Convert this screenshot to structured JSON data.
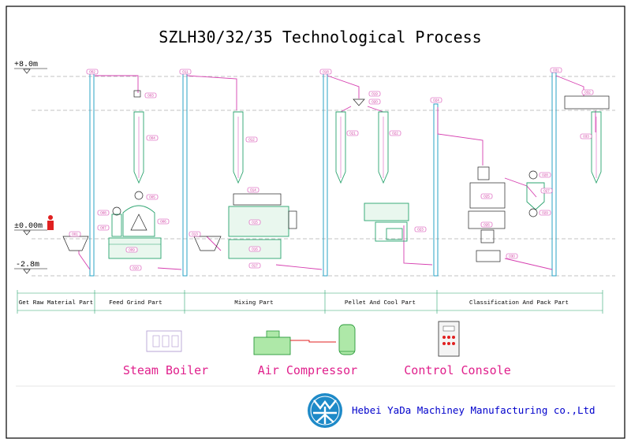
{
  "title": "SZLH30/32/35 Technological Process",
  "levels": [
    "+8.0m",
    "±0.00m",
    "-2.8m"
  ],
  "sections": [
    "Get Raw Material Part",
    "Feed Grind Part",
    "Mixing Part",
    "Pellet And Cool Part",
    "Classification And Pack Part"
  ],
  "tags": [
    "001",
    "002",
    "003",
    "004",
    "005",
    "006",
    "007",
    "008",
    "009",
    "010",
    "011",
    "012",
    "013",
    "014",
    "015",
    "016",
    "017",
    "018",
    "019",
    "020",
    "021",
    "022",
    "023",
    "024",
    "025",
    "026",
    "027",
    "028",
    "029",
    "030",
    "031",
    "032",
    "033"
  ],
  "auxiliary": [
    "Steam Boiler",
    "Air Compressor",
    "Control Console"
  ],
  "company": "Hebei YaDa Machiney Manufacturing co.,Ltd",
  "colors": {
    "pipe": "#d63fb0",
    "elevator": "#2aa3c4",
    "equipment": "#2aa36e",
    "label": "#e0208c",
    "company": "#0000cc",
    "logo": "#1e8ac8"
  },
  "logo_icon": "yada-logo-icon"
}
